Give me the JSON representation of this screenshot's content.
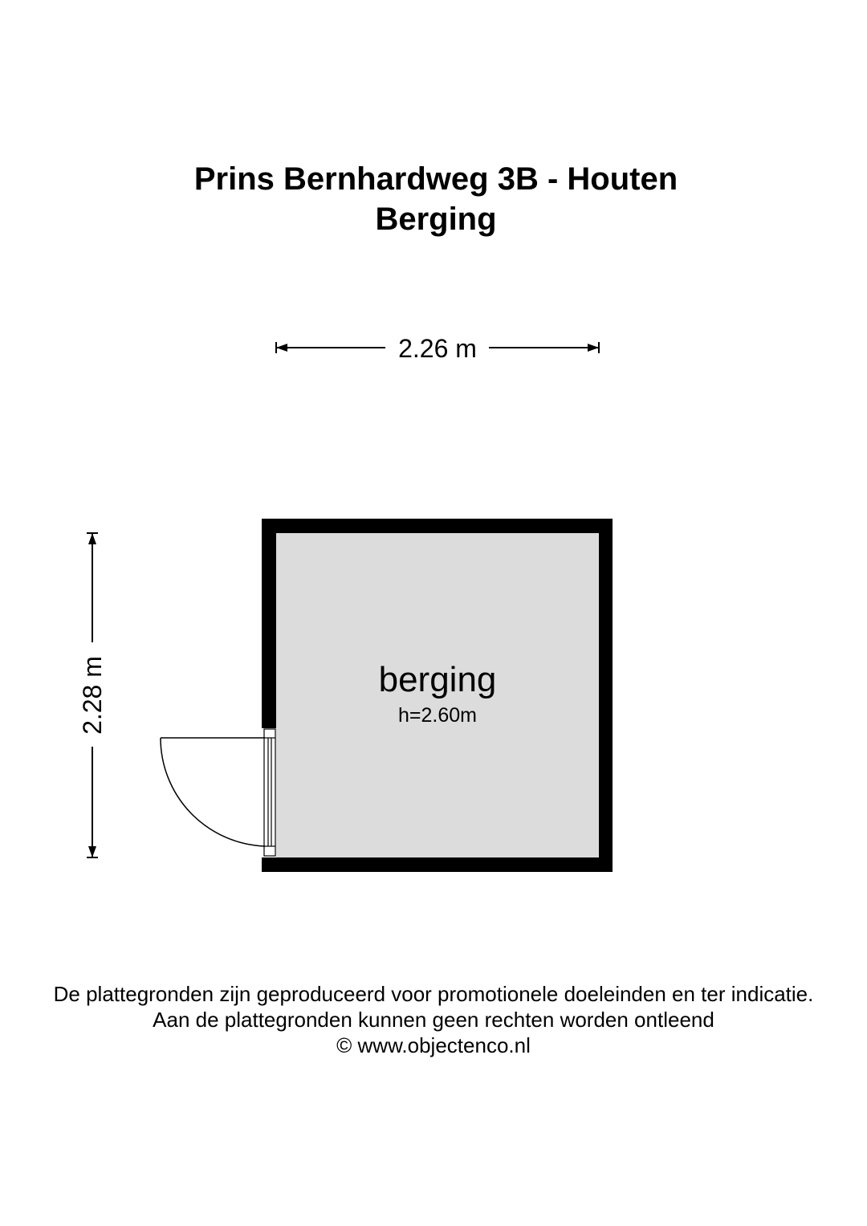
{
  "header": {
    "address": "Prins Bernhardweg 3B - Houten",
    "floor_name": "Berging"
  },
  "dimensions": {
    "width_label": "2.26 m",
    "height_label": "2.28 m"
  },
  "rooms": [
    {
      "name": "berging",
      "ceiling_height": "h=2.60m",
      "fill_color": "#dcdcdc"
    }
  ],
  "colors": {
    "wall": "#000000",
    "floor": "#dcdcdc",
    "background": "#ffffff"
  },
  "footer": {
    "lines": [
      "De plattegronden zijn geproduceerd voor promotionele doeleinden en ter indicatie.",
      "Aan de plattegronden kunnen geen rechten worden ontleend",
      "© www.objectenco.nl"
    ]
  }
}
